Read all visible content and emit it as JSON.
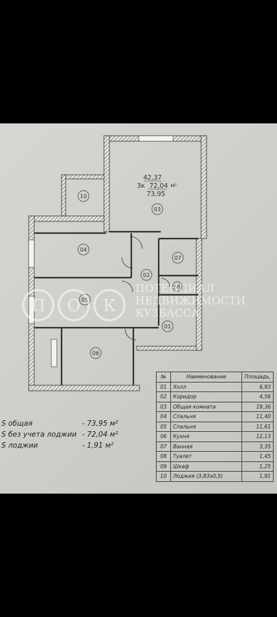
{
  "apartment": {
    "area_top": "42,37",
    "type": "3к",
    "area_mid": "72,04",
    "unit": "м²",
    "area_total": "73,95"
  },
  "rooms_on_plan": [
    "10",
    "03",
    "04",
    "07",
    "02",
    "08",
    "05",
    "01",
    "06"
  ],
  "summary": [
    {
      "label": "S общая",
      "value": "- 73,95 м²"
    },
    {
      "label": "S без учета лоджии",
      "value": "- 72,04 м²"
    },
    {
      "label": "S лоджии",
      "value": "- 1,91 м²"
    }
  ],
  "table": {
    "headers": [
      "№",
      "Наименование",
      "Площадь,"
    ],
    "rows": [
      {
        "num": "01",
        "name": "Холл",
        "area": "6,93"
      },
      {
        "num": "02",
        "name": "Коридор",
        "area": "4,56"
      },
      {
        "num": "03",
        "name": "Общая комната",
        "area": "19,36"
      },
      {
        "num": "04",
        "name": "Спальня",
        "area": "11,40"
      },
      {
        "num": "05",
        "name": "Спальня",
        "area": "11,61"
      },
      {
        "num": "06",
        "name": "Кухня",
        "area": "12,13"
      },
      {
        "num": "07",
        "name": "Ванная",
        "area": "3,35"
      },
      {
        "num": "08",
        "name": "Туалет",
        "area": "1,45"
      },
      {
        "num": "09",
        "name": "Шкаф",
        "area": "1,25"
      },
      {
        "num": "10",
        "name": "Лоджия (3,83х0,5)",
        "area": "1,91"
      }
    ]
  },
  "watermark": {
    "logo": "ПОК",
    "lines": [
      "ПОТЕНЦИАЛ",
      "НЕДВИЖИМОСТИ",
      "КУЗБАССА"
    ]
  }
}
